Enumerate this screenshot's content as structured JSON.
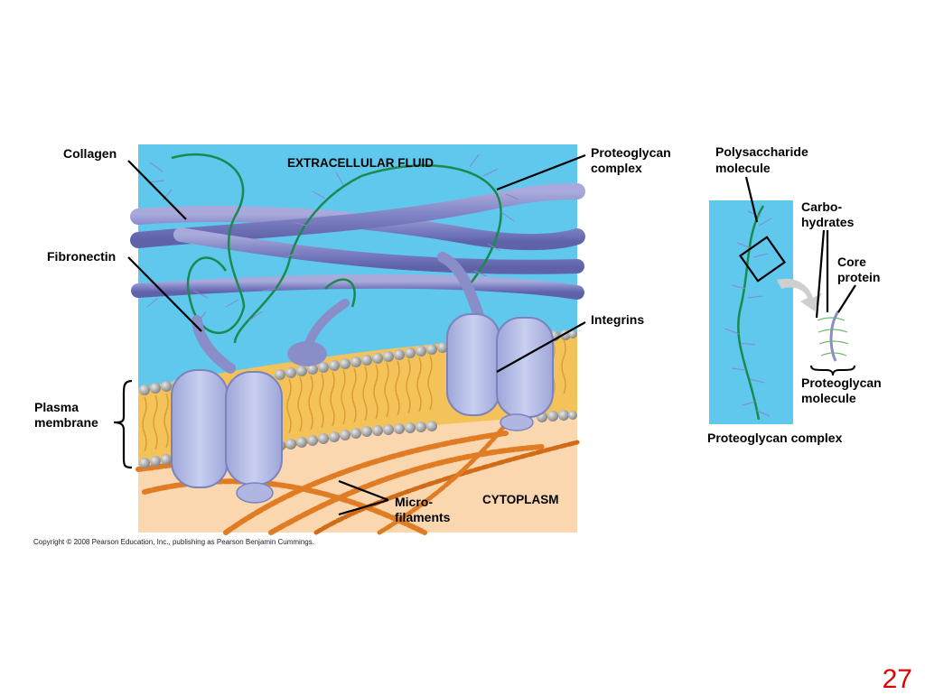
{
  "labels": {
    "collagen": "Collagen",
    "fibronectin": "Fibronectin",
    "plasma_membrane_1": "Plasma",
    "plasma_membrane_2": "membrane",
    "extracellular_fluid": "EXTRACELLULAR FLUID",
    "proteoglycan_complex_1": "Proteoglycan",
    "proteoglycan_complex_2": "complex",
    "integrins": "Integrins",
    "microfilaments_1": "Micro-",
    "microfilaments_2": "filaments",
    "cytoplasm": "CYTOPLASM",
    "polysaccharide_1": "Polysaccharide",
    "polysaccharide_2": "molecule",
    "carbohydrates_1": "Carbo-",
    "carbohydrates_2": "hydrates",
    "core_protein_1": "Core",
    "core_protein_2": "protein",
    "proteoglycan_molecule_1": "Proteoglycan",
    "proteoglycan_molecule_2": "molecule",
    "proteoglycan_complex_caption": "Proteoglycan complex"
  },
  "copyright": "Copyright © 2008 Pearson Education, Inc., publishing as Pearson Benjamin Cummings.",
  "slide_number": "27",
  "colors": {
    "extracellular": "#5fc8ec",
    "cytoplasm": "#fbd7b0",
    "collagen": "#8486c8",
    "proteoglycan_strand": "#1a8a50",
    "carbohydrate": "#8a86c8",
    "integrin": "#b8bfe6",
    "phospholipid_head": "#9a9a9a",
    "lipid_tail": "#f0b238",
    "microfilament": "#e07c24",
    "slide_number": "#e00000"
  }
}
